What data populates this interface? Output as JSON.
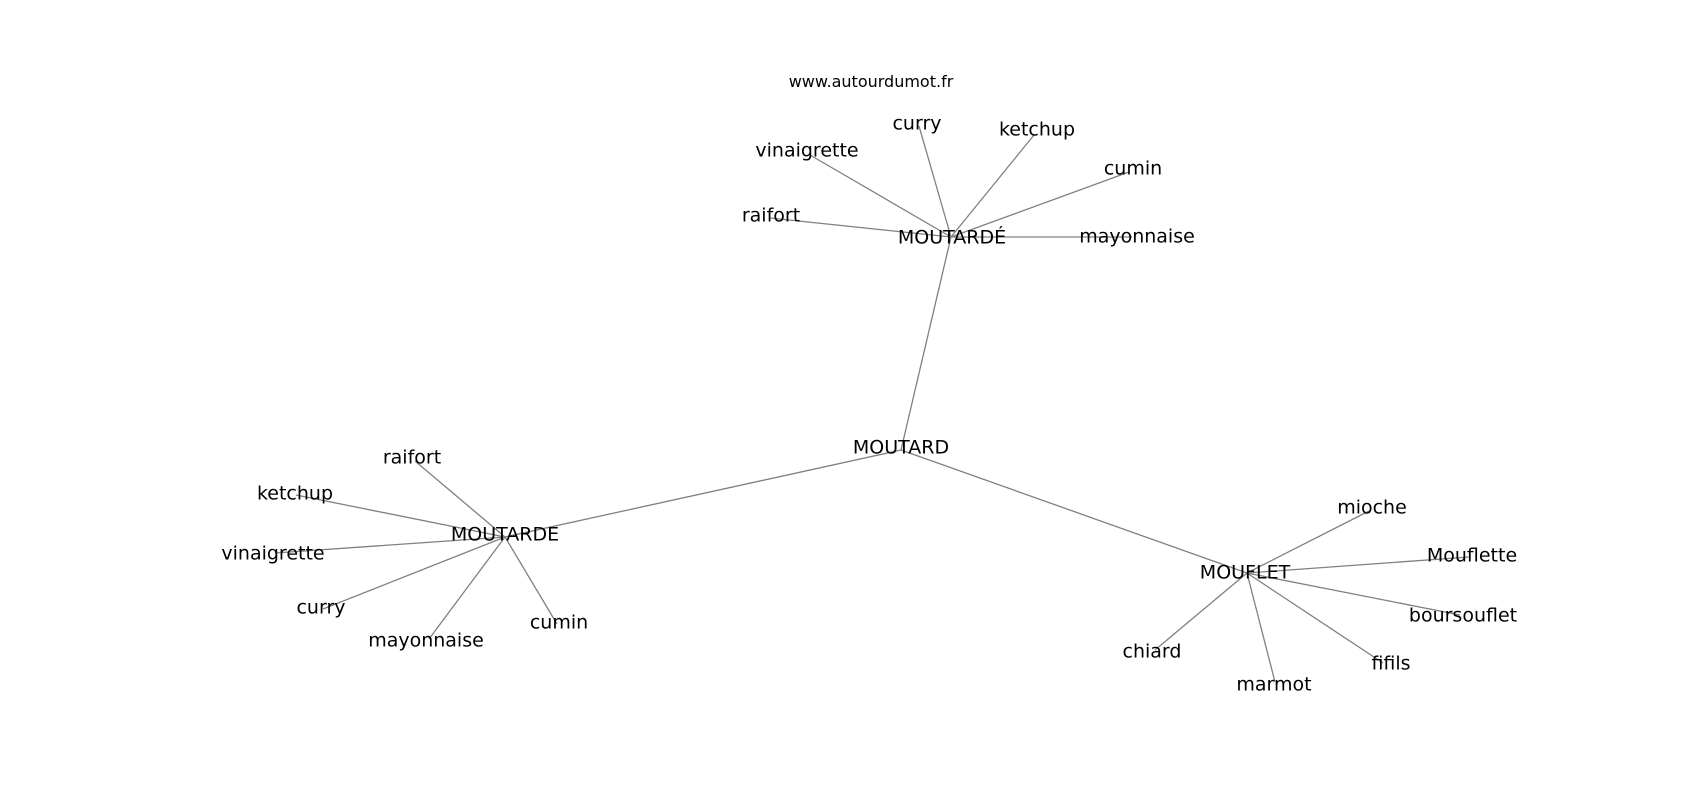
{
  "header": {
    "site": "www.autourdumot.fr"
  },
  "colors": {
    "edge": "#808080",
    "text": "#000000",
    "background": "#ffffff"
  },
  "graph": {
    "nodes": [
      {
        "id": "moutard",
        "label": "MOUTARD"
      },
      {
        "id": "moutarde_accent",
        "label": "MOUTARDÉ"
      },
      {
        "id": "moutarde",
        "label": "MOUTARDE"
      },
      {
        "id": "mouflet",
        "label": "MOUFLET"
      },
      {
        "id": "ma_curry",
        "label": "curry"
      },
      {
        "id": "ma_ketchup",
        "label": "ketchup"
      },
      {
        "id": "ma_vinaigrette",
        "label": "vinaigrette"
      },
      {
        "id": "ma_cumin",
        "label": "cumin"
      },
      {
        "id": "ma_raifort",
        "label": "raifort"
      },
      {
        "id": "ma_mayonnaise",
        "label": "mayonnaise"
      },
      {
        "id": "me_raifort",
        "label": "raifort"
      },
      {
        "id": "me_ketchup",
        "label": "ketchup"
      },
      {
        "id": "me_vinaigrette",
        "label": "vinaigrette"
      },
      {
        "id": "me_curry",
        "label": "curry"
      },
      {
        "id": "me_mayonnaise",
        "label": "mayonnaise"
      },
      {
        "id": "me_cumin",
        "label": "cumin"
      },
      {
        "id": "mf_mioche",
        "label": "mioche"
      },
      {
        "id": "mf_mouflette",
        "label": "Mouflette"
      },
      {
        "id": "mf_boursouflet",
        "label": "boursouflet"
      },
      {
        "id": "mf_fifils",
        "label": "fifils"
      },
      {
        "id": "mf_marmot",
        "label": "marmot"
      },
      {
        "id": "mf_chiard",
        "label": "chiard"
      }
    ],
    "edges": [
      {
        "from": "moutard",
        "to": "moutarde_accent"
      },
      {
        "from": "moutard",
        "to": "moutarde"
      },
      {
        "from": "moutard",
        "to": "mouflet"
      },
      {
        "from": "moutarde_accent",
        "to": "ma_curry"
      },
      {
        "from": "moutarde_accent",
        "to": "ma_ketchup"
      },
      {
        "from": "moutarde_accent",
        "to": "ma_vinaigrette"
      },
      {
        "from": "moutarde_accent",
        "to": "ma_cumin"
      },
      {
        "from": "moutarde_accent",
        "to": "ma_raifort"
      },
      {
        "from": "moutarde_accent",
        "to": "ma_mayonnaise"
      },
      {
        "from": "moutarde",
        "to": "me_raifort"
      },
      {
        "from": "moutarde",
        "to": "me_ketchup"
      },
      {
        "from": "moutarde",
        "to": "me_vinaigrette"
      },
      {
        "from": "moutarde",
        "to": "me_curry"
      },
      {
        "from": "moutarde",
        "to": "me_mayonnaise"
      },
      {
        "from": "moutarde",
        "to": "me_cumin"
      },
      {
        "from": "mouflet",
        "to": "mf_mioche"
      },
      {
        "from": "mouflet",
        "to": "mf_mouflette"
      },
      {
        "from": "mouflet",
        "to": "mf_boursouflet"
      },
      {
        "from": "mouflet",
        "to": "mf_fifils"
      },
      {
        "from": "mouflet",
        "to": "mf_marmot"
      },
      {
        "from": "mouflet",
        "to": "mf_chiard"
      }
    ]
  }
}
